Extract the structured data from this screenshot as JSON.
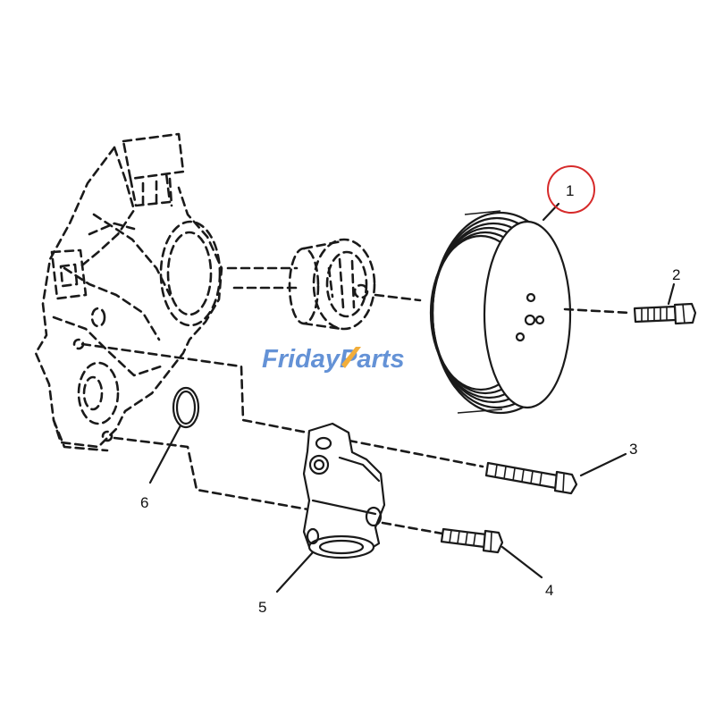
{
  "callouts": [
    {
      "id": 1,
      "label": "1",
      "highlighted": true
    },
    {
      "id": 2,
      "label": "2",
      "highlighted": false
    },
    {
      "id": 3,
      "label": "3",
      "highlighted": false
    },
    {
      "id": 4,
      "label": "4",
      "highlighted": false
    },
    {
      "id": 5,
      "label": "5",
      "highlighted": false
    },
    {
      "id": 6,
      "label": "6",
      "highlighted": false
    }
  ],
  "watermark": {
    "part1": "Friday",
    "part2": "Parts",
    "color_primary": "#4a7fd0",
    "color_accent": "#f0a01a"
  },
  "colors": {
    "highlight_circle": "#d62a2a",
    "line": "#1a1a1a"
  }
}
